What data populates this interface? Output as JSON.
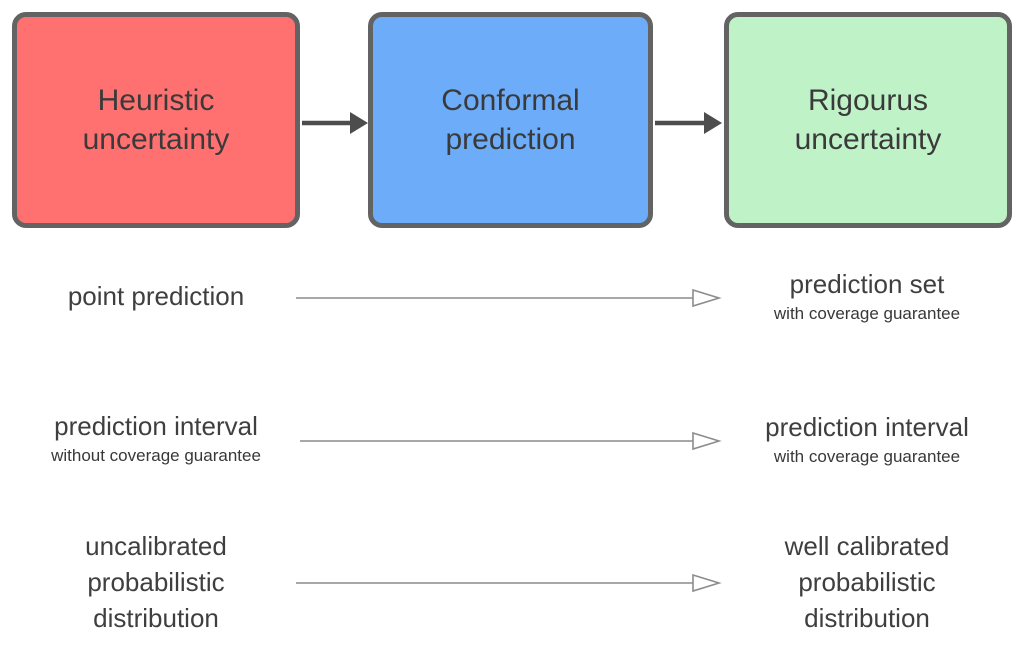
{
  "diagram": {
    "boxes": [
      {
        "label": "Heuristic\nuncertainty",
        "fill": "#ff7170"
      },
      {
        "label": "Conformal\nprediction",
        "fill": "#6cacf8"
      },
      {
        "label": "Rigourus\nuncertainty",
        "fill": "#c0f2c8"
      }
    ],
    "rows": [
      {
        "left_title": "point prediction",
        "right_title": "prediction set",
        "right_subtitle": "with coverage guarantee"
      },
      {
        "left_title": "prediction interval",
        "left_subtitle": "without coverage guarantee",
        "right_title": "prediction interval",
        "right_subtitle": "with coverage guarantee"
      },
      {
        "left_title": "uncalibrated\nprobabilistic\ndistribution",
        "right_title": "well calibrated\nprobabilistic\ndistribution"
      }
    ],
    "colors": {
      "background": "#ffffff",
      "box_border": "#636363",
      "box_text": "#3a3a3a",
      "row_text": "#3f3f3f",
      "solid_arrow": "#4d4d4d",
      "thin_arrow": "#8c8c8c"
    }
  }
}
